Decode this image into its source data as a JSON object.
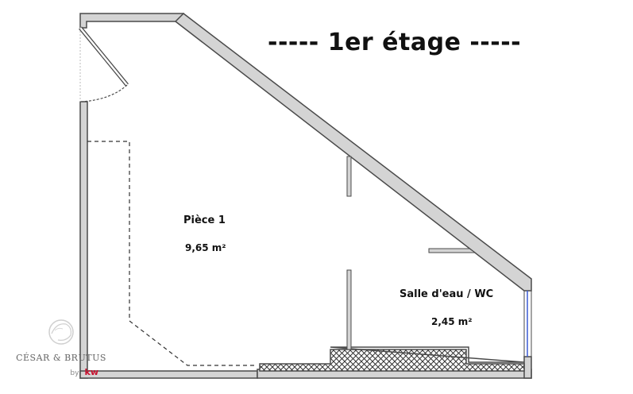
{
  "header": {
    "title": "----- 1er étage -----"
  },
  "rooms": [
    {
      "name": "Pièce 1",
      "area": "9,65 m²"
    },
    {
      "name": "Salle d'eau / WC",
      "area": "2,45 m²"
    }
  ],
  "logo": {
    "name": "CÉSAR & BRUTUS",
    "by": "by",
    "brand": "kw",
    "brand_color": "#c8102e"
  },
  "colors": {
    "wall_fill": "#d4d4d4",
    "wall_stroke": "#4a4a4a",
    "window": "#3b5bd6",
    "hatch": "#333333"
  }
}
